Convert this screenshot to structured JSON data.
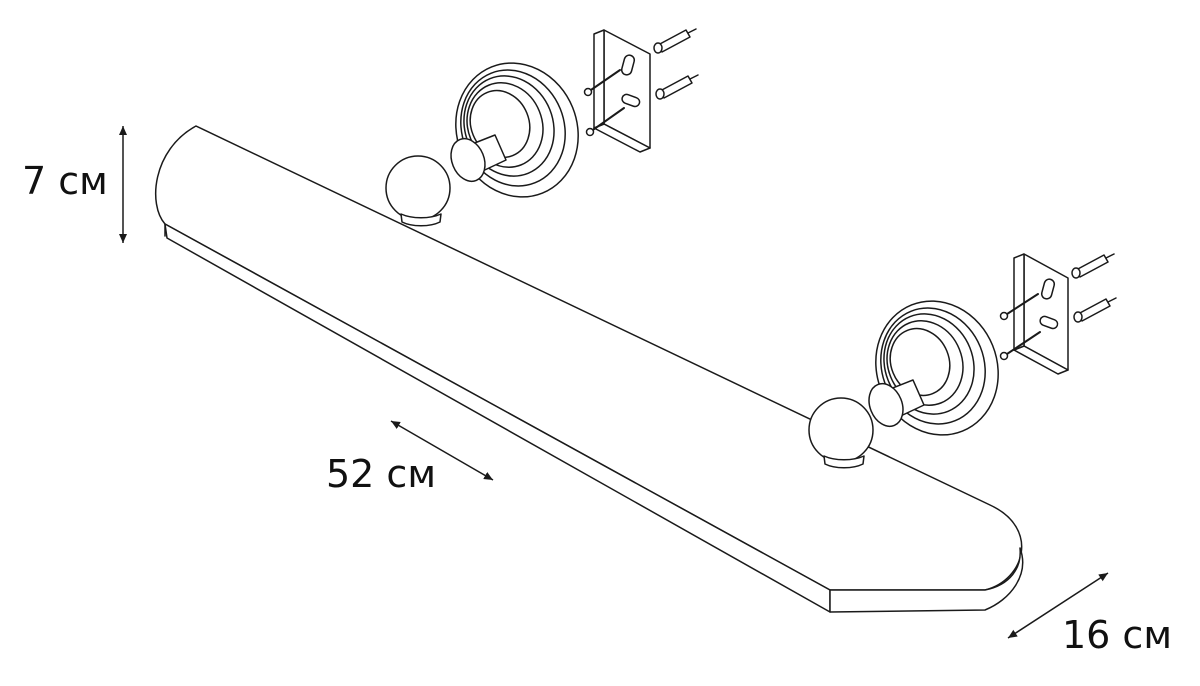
{
  "dimensions": {
    "height": "7 см",
    "length": "52 см",
    "depth": "16 см"
  },
  "colors": {
    "line": "#1a1a1a",
    "fill": "#ffffff"
  }
}
